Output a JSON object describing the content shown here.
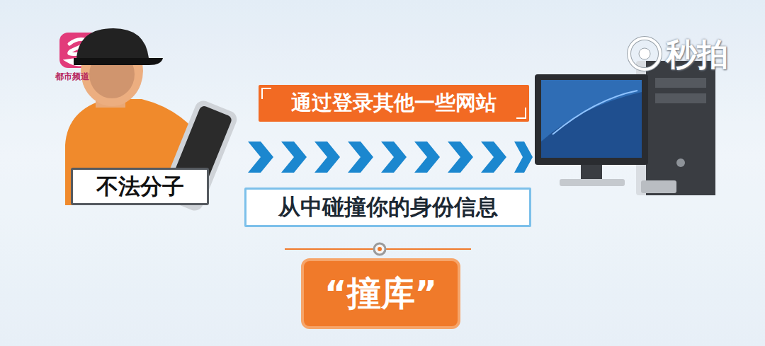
{
  "diagram": {
    "nodes": [
      {
        "text": [
          "不法分子"
        ]
      },
      {
        "text": [
          "通过登录其他一些网站"
        ]
      },
      {
        "text": [
          "从中碰撞你的身份信息"
        ]
      },
      {
        "text": [
          "“撞库”"
        ]
      }
    ],
    "labels": [
      "都市频道",
      "秒拍"
    ]
  }
}
